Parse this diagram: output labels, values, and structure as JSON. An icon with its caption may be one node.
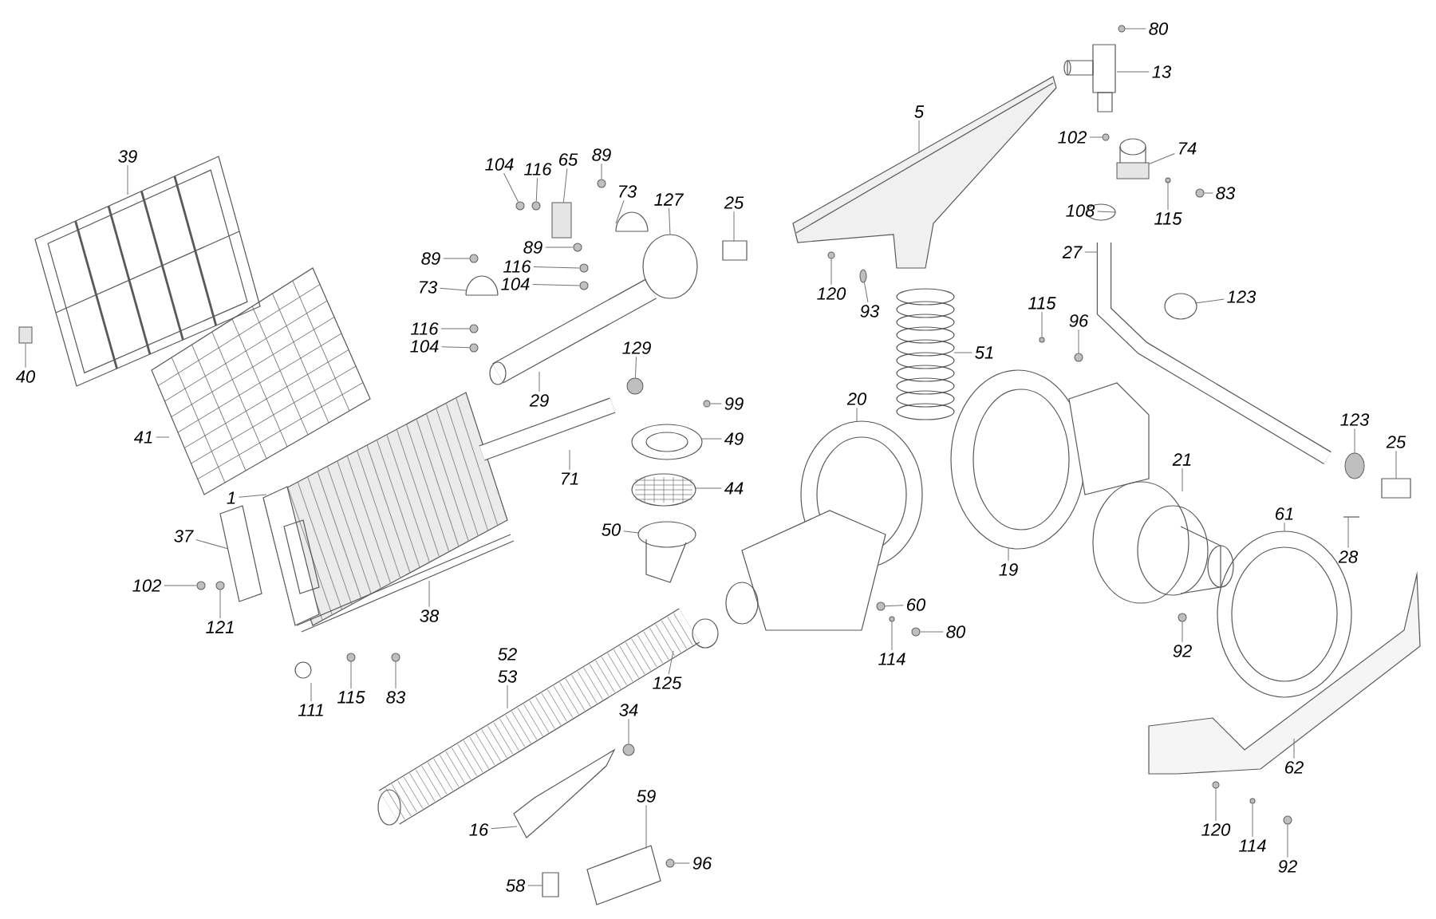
{
  "diagram": {
    "nodes": [
      {
        "text": [
          "39"
        ]
      },
      {
        "text": [
          "40"
        ]
      },
      {
        "text": [
          "41"
        ]
      },
      {
        "text": [
          "104"
        ]
      },
      {
        "text": [
          "116"
        ]
      },
      {
        "text": [
          "65"
        ]
      },
      {
        "text": [
          "89"
        ]
      },
      {
        "text": [
          "73"
        ]
      },
      {
        "text": [
          "127"
        ]
      },
      {
        "text": [
          "25"
        ]
      },
      {
        "text": [
          "89"
        ]
      },
      {
        "text": [
          "73"
        ]
      },
      {
        "text": [
          "89"
        ]
      },
      {
        "text": [
          "116"
        ]
      },
      {
        "text": [
          "104"
        ]
      },
      {
        "text": [
          "116"
        ]
      },
      {
        "text": [
          "104"
        ]
      },
      {
        "text": [
          "29"
        ]
      },
      {
        "text": [
          "129"
        ]
      },
      {
        "text": [
          "99"
        ]
      },
      {
        "text": [
          "49"
        ]
      },
      {
        "text": [
          "44"
        ]
      },
      {
        "text": [
          "71"
        ]
      },
      {
        "text": [
          "5"
        ]
      },
      {
        "text": [
          "80"
        ]
      },
      {
        "text": [
          "13"
        ]
      },
      {
        "text": [
          "102"
        ]
      },
      {
        "text": [
          "74"
        ]
      },
      {
        "text": [
          "83"
        ]
      },
      {
        "text": [
          "115"
        ]
      },
      {
        "text": [
          "108"
        ]
      },
      {
        "text": [
          "27"
        ]
      },
      {
        "text": [
          "120"
        ]
      },
      {
        "text": [
          "93"
        ]
      },
      {
        "text": [
          "123"
        ]
      },
      {
        "text": [
          "51"
        ]
      },
      {
        "text": [
          "115"
        ]
      },
      {
        "text": [
          "96"
        ]
      },
      {
        "text": [
          "20"
        ]
      },
      {
        "text": [
          "21"
        ]
      },
      {
        "text": [
          "123"
        ]
      },
      {
        "text": [
          "25"
        ]
      },
      {
        "text": [
          "28"
        ]
      },
      {
        "text": [
          "19"
        ]
      },
      {
        "text": [
          "61"
        ]
      },
      {
        "text": [
          "60"
        ]
      },
      {
        "text": [
          "80"
        ]
      },
      {
        "text": [
          "114"
        ]
      },
      {
        "text": [
          "92"
        ]
      },
      {
        "text": [
          "62"
        ]
      },
      {
        "text": [
          "120"
        ]
      },
      {
        "text": [
          "114"
        ]
      },
      {
        "text": [
          "92"
        ]
      },
      {
        "text": [
          "1"
        ]
      },
      {
        "text": [
          "37"
        ]
      },
      {
        "text": [
          "102"
        ]
      },
      {
        "text": [
          "121"
        ]
      },
      {
        "text": [
          "38"
        ]
      },
      {
        "text": [
          "111"
        ]
      },
      {
        "text": [
          "115"
        ]
      },
      {
        "text": [
          "83"
        ]
      },
      {
        "text": [
          "53"
        ]
      },
      {
        "text": [
          "125"
        ]
      },
      {
        "text": [
          "34"
        ]
      },
      {
        "text": [
          "16"
        ]
      },
      {
        "text": [
          "59"
        ]
      },
      {
        "text": [
          "96"
        ]
      },
      {
        "text": [
          "58"
        ]
      },
      {
        "text": [
          "50"
        ]
      },
      {
        "text": [],
        "shape": "circle"
      },
      {
        "text": [],
        "shape": "circle"
      },
      {
        "text": [],
        "shape": "circle"
      },
      {
        "text": [],
        "shape": "circle"
      },
      {
        "text": [],
        "shape": "circle"
      },
      {
        "text": [],
        "shape": "circle"
      },
      {
        "text": [],
        "shape": "circle"
      },
      {
        "text": [],
        "shape": "circle"
      },
      {
        "text": [],
        "shape": "circle"
      },
      {
        "text": [],
        "shape": "circle"
      },
      {
        "text": [],
        "shape": "circle"
      },
      {
        "text": [],
        "shape": "circle"
      },
      {
        "text": [],
        "shape": "circle"
      },
      {
        "text": [],
        "shape": "circle"
      },
      {
        "text": [],
        "shape": "circle"
      },
      {
        "text": [],
        "shape": "circle"
      },
      {
        "text": [],
        "shape": "circle"
      },
      {
        "text": [],
        "shape": "circle"
      },
      {
        "text": [],
        "shape": "circle"
      },
      {
        "text": [],
        "shape": "circle"
      },
      {
        "text": [],
        "shape": "circle"
      },
      {
        "text": [],
        "shape": "circle"
      },
      {
        "text": [],
        "shape": "circle"
      },
      {
        "text": [],
        "shape": "circle"
      },
      {
        "text": [],
        "shape": "circle"
      },
      {
        "text": [],
        "shape": "circle"
      },
      {
        "text": [],
        "shape": "circle"
      },
      {
        "text": [],
        "shape": "circle"
      },
      {
        "text": [],
        "shape": "circle"
      },
      {
        "text": [],
        "shape": "circle"
      },
      {
        "text": [],
        "shape": "box"
      },
      {
        "text": [],
        "shape": "circle"
      },
      {
        "text": [],
        "shape": "box"
      },
      {
        "text": [],
        "shape": "circle"
      },
      {
        "text": [],
        "shape": "circle"
      },
      {
        "text": [],
        "shape": "box"
      }
    ],
    "edges": [
      {
        "from": 0,
        "to": null,
        "arrow": "none"
      },
      {
        "from": 1,
        "to": 101,
        "arrow": "none"
      },
      {
        "from": 2,
        "to": null,
        "arrow": "none"
      },
      {
        "from": 3,
        "to": 69,
        "arrow": "none"
      },
      {
        "from": 4,
        "to": 70,
        "arrow": "none"
      },
      {
        "from": 5,
        "to": 99,
        "arrow": "none"
      },
      {
        "from": 6,
        "to": 71,
        "arrow": "none"
      },
      {
        "from": 7,
        "to": null,
        "arrow": "none"
      },
      {
        "from": 8,
        "to": null,
        "arrow": "none"
      },
      {
        "from": 9,
        "to": null,
        "arrow": "none"
      },
      {
        "from": 10,
        "to": 72,
        "arrow": "none"
      },
      {
        "from": 11,
        "to": null,
        "arrow": "none"
      },
      {
        "from": 12,
        "to": 73,
        "arrow": "none"
      },
      {
        "from": 13,
        "to": 74,
        "arrow": "none"
      },
      {
        "from": 14,
        "to": 75,
        "arrow": "none"
      },
      {
        "from": 15,
        "to": 76,
        "arrow": "none"
      },
      {
        "from": 16,
        "to": 77,
        "arrow": "none"
      },
      {
        "from": 17,
        "to": null,
        "arrow": "none"
      },
      {
        "from": 18,
        "to": 102,
        "arrow": "none"
      },
      {
        "from": 19,
        "to": 78,
        "arrow": "none"
      },
      {
        "from": 20,
        "to": null,
        "arrow": "none"
      },
      {
        "from": 21,
        "to": null,
        "arrow": "none"
      },
      {
        "from": 22,
        "to": null,
        "arrow": "none"
      },
      {
        "from": 23,
        "to": null,
        "arrow": "none"
      },
      {
        "from": 24,
        "to": 79,
        "arrow": "none"
      },
      {
        "from": 25,
        "to": null,
        "arrow": "none"
      },
      {
        "from": 26,
        "to": 80,
        "arrow": "none"
      },
      {
        "from": 27,
        "to": 104,
        "arrow": "none"
      },
      {
        "from": 28,
        "to": 81,
        "arrow": "none"
      },
      {
        "from": 29,
        "to": 82,
        "arrow": "none"
      },
      {
        "from": 30,
        "to": null,
        "arrow": "none"
      },
      {
        "from": 31,
        "to": null,
        "arrow": "none"
      },
      {
        "from": 32,
        "to": 83,
        "arrow": "none"
      },
      {
        "from": 33,
        "to": 84,
        "arrow": "none"
      },
      {
        "from": 34,
        "to": null,
        "arrow": "none"
      },
      {
        "from": 35,
        "to": null,
        "arrow": "none"
      },
      {
        "from": 36,
        "to": 103,
        "arrow": "none"
      },
      {
        "from": 37,
        "to": 85,
        "arrow": "none"
      },
      {
        "from": 38,
        "to": null,
        "arrow": "none"
      },
      {
        "from": 39,
        "to": null,
        "arrow": "none"
      },
      {
        "from": 40,
        "to": 100,
        "arrow": "none"
      },
      {
        "from": 41,
        "to": null,
        "arrow": "none"
      },
      {
        "from": 42,
        "to": null,
        "arrow": "none"
      },
      {
        "from": 43,
        "to": null,
        "arrow": "none"
      },
      {
        "from": 44,
        "to": null,
        "arrow": "none"
      },
      {
        "from": 45,
        "to": 86,
        "arrow": "none"
      },
      {
        "from": 46,
        "to": 87,
        "arrow": "none"
      },
      {
        "from": 47,
        "to": 88,
        "arrow": "none"
      },
      {
        "from": 48,
        "to": 89,
        "arrow": "none"
      },
      {
        "from": 49,
        "to": null,
        "arrow": "none"
      },
      {
        "from": 50,
        "to": 90,
        "arrow": "none"
      },
      {
        "from": 51,
        "to": 91,
        "arrow": "none"
      },
      {
        "from": 52,
        "to": 92,
        "arrow": "none"
      },
      {
        "from": 53,
        "to": null,
        "arrow": "none"
      },
      {
        "from": 54,
        "to": null,
        "arrow": "none"
      },
      {
        "from": 55,
        "to": 93,
        "arrow": "none"
      },
      {
        "from": 56,
        "to": 94,
        "arrow": "none"
      },
      {
        "from": 57,
        "to": null,
        "arrow": "none"
      },
      {
        "from": 58,
        "to": null,
        "arrow": "none"
      },
      {
        "from": 59,
        "to": 95,
        "arrow": "none"
      },
      {
        "from": 60,
        "to": 96,
        "arrow": "none"
      },
      {
        "from": 61,
        "to": null,
        "arrow": "none"
      },
      {
        "from": 62,
        "to": null,
        "arrow": "none"
      },
      {
        "from": 63,
        "to": 98,
        "arrow": "none"
      },
      {
        "from": 64,
        "to": null,
        "arrow": "none"
      },
      {
        "from": 65,
        "to": null,
        "arrow": "none"
      },
      {
        "from": 66,
        "to": 97,
        "arrow": "none"
      },
      {
        "from": 67,
        "to": null,
        "arrow": "none"
      },
      {
        "from": 68,
        "to": null,
        "arrow": "none"
      }
    ],
    "labels": [
      "52"
    ]
  }
}
